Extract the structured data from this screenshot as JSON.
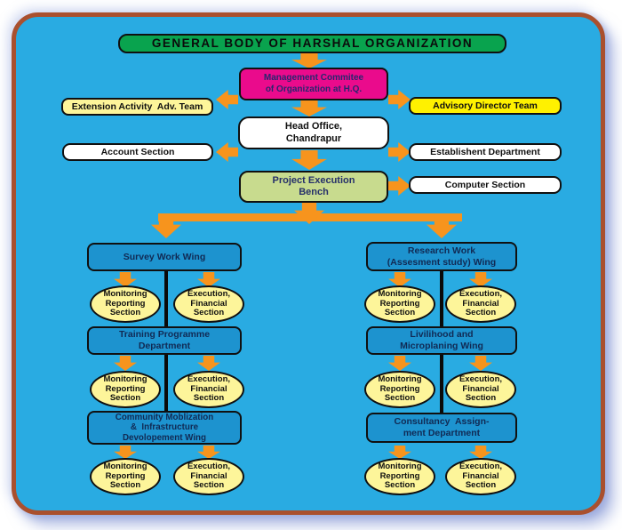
{
  "title": "GENERAL BODY OF HARSHAL ORGANIZATION",
  "hq": {
    "management": [
      "Management Commitee",
      "of Organization at H.Q."
    ],
    "extension_team": "Extension Activity  Adv. Team",
    "advisory_team": "Advisory Director Team",
    "head_office": [
      "Head Office,",
      "Chandrapur"
    ],
    "account_section": "Account Section",
    "establishment_dept": "Establishent Department",
    "execution_bench": [
      "Project Execution",
      "Bench"
    ],
    "computer_section": "Computer Section"
  },
  "wings": {
    "left": [
      {
        "label": [
          "Survey Work Wing"
        ]
      },
      {
        "label": [
          "Training Programme",
          "Department"
        ]
      },
      {
        "label": [
          "Community Moblization",
          "&  Infrastructure",
          "Devolopement Wing"
        ]
      }
    ],
    "right": [
      {
        "label": [
          "Research Work",
          "(Assesment study) Wing"
        ]
      },
      {
        "label": [
          "Livilihood and",
          "Microplaning Wing"
        ]
      },
      {
        "label": [
          "Consultancy  Assign-",
          "ment Department"
        ]
      }
    ]
  },
  "sections": {
    "monitoring": [
      "Monitoring",
      "Reporting",
      "Section"
    ],
    "execution": [
      "Execution,",
      "Financial",
      "Section"
    ]
  },
  "colors": {
    "background": "#29ABE2",
    "frame_border": "#A9502E",
    "title_green": "#09A34E",
    "magenta": "#EA0B8C",
    "bright_yellow": "#FFF100",
    "pale_yellow": "#FDF59A",
    "bench_green": "#C8DB8E",
    "wing_blue": "#1D93CF",
    "arrow_orange": "#F7941D"
  }
}
